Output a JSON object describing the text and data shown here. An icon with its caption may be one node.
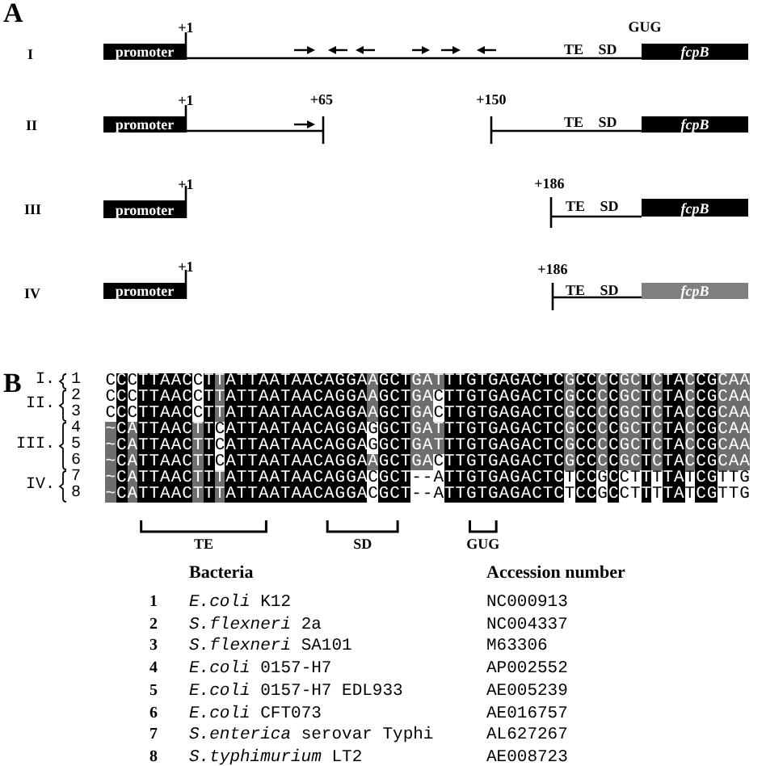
{
  "diagram": {
    "nodes": [
      {
        "text": [
          "promoter"
        ],
        "beside": [
          "+1"
        ]
      },
      {
        "text": [
          "fcpB"
        ]
      },
      {
        "text": [
          "promoter"
        ],
        "beside": [
          "+1"
        ]
      },
      {
        "text": [
          "fcpB"
        ]
      },
      {
        "text": [
          "promoter"
        ],
        "beside": [
          "+1"
        ]
      },
      {
        "text": [
          "fcpB"
        ]
      },
      {
        "text": [
          "promoter"
        ],
        "beside": [
          "+1"
        ]
      },
      {
        "text": [
          "fcpB"
        ]
      }
    ],
    "edges": [
      {
        "from": 0,
        "to": 1,
        "arrow": "none"
      },
      {
        "from": 2,
        "to": null,
        "arrow": "none"
      },
      {
        "from": null,
        "to": 3,
        "arrow": "none"
      },
      {
        "from": null,
        "to": 5,
        "arrow": "none"
      },
      {
        "from": null,
        "to": 7,
        "arrow": "none"
      }
    ],
    "labels": [
      "A",
      "I",
      "GUG",
      "TE",
      "SD",
      "II",
      "+65",
      "+150",
      "TE",
      "SD",
      "III",
      "+186",
      "TE",
      "SD",
      "IV",
      "+186",
      "TE",
      "SD",
      "B",
      "I.",
      "1",
      "CCCTTAACCTTATTAATAACAGGAAGCTGATTTGTGAGACTCGCCCCGCTCTACCGCAA",
      "II.",
      "2",
      "CCCTTAACCTTATTAATAACAGGAAGCTGACTTGTGAGACTCGCCCCGCTCTACCGCAA",
      "3",
      "CCCTTAACCTTATTAATAACAGGAAGCTGACTTGTGAGACTCGCCCCGCTCTACCGCAA",
      "III.",
      "4",
      "~CATTAACTTCATTAATAACAGGAGGCTGATTTGTGAGACTCGCCCCGCTCTACCGCAA",
      "5",
      "~CATTAACTTCATTAATAACAGGAGGCTGATTTGTGAGACTCGCCCCGCTCTACCGCAA",
      "6",
      "~CATTAACTTCATTAATAACAGGAAGCTGACTTGTGAGACTCGCCCCGCTCTACCGCAA",
      "IV.",
      "7",
      "~CATTAACTTTATTAATAACAGGACGCT--ATTGTGAGACTCTCCGCCTTTTATCGTTG",
      "8",
      "~CATTAACTTTATTAATAACAGGACGCT--ATTGTGAGACTCTCCGCCTTTTATCGTTG",
      "TE",
      "SD",
      "GUG",
      "Bacteria",
      "Accession number",
      "1",
      "*E.coli* K12",
      "NC000913",
      "2",
      "*S.flexneri* 2a",
      "NC004337",
      "3",
      "*S.flexneri* SA101",
      "M63306",
      "4",
      "*E.coli* 0157-H7",
      "AP002552",
      "5",
      "*E.coli* 0157-H7 EDL933",
      "AE005239",
      "6",
      "*E.coli* CFT073",
      "AE016757",
      "7",
      "*S.enterica* serovar Typhi",
      "AL627267",
      "8",
      "*S.typhimurium* LT2",
      "AE008723"
    ]
  }
}
